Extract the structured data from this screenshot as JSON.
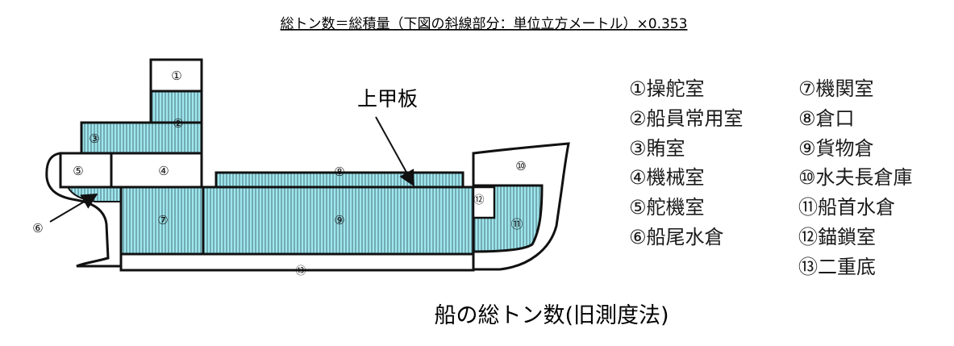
{
  "formula": "総トン数＝総積量（下図の斜線部分：単位立方メートル）×0.353",
  "caption": "船の総トン数(旧測度法)",
  "deck_label": "上甲板",
  "marks": {
    "m1": "①",
    "m2": "②",
    "m3": "③",
    "m4": "④",
    "m5": "⑤",
    "m6": "⑥",
    "m7": "⑦",
    "m8": "⑧",
    "m9": "⑨",
    "m10": "⑩",
    "m11": "⑪",
    "m12": "⑫",
    "m13": "⑬"
  },
  "legend_left": [
    "①操舵室",
    "②船員常用室",
    "③賄室",
    "④機械室",
    "⑤舵機室",
    "⑥船尾水倉"
  ],
  "legend_right": [
    "⑦機関室",
    "⑧倉口",
    "⑨貨物倉",
    "⑩水夫長倉庫",
    "⑪船首水倉",
    "⑫錨鎖室",
    "⑬二重底"
  ],
  "colors": {
    "fill": "#9fe7ee",
    "hatch": "#4a6f78",
    "outline": "#111111"
  }
}
